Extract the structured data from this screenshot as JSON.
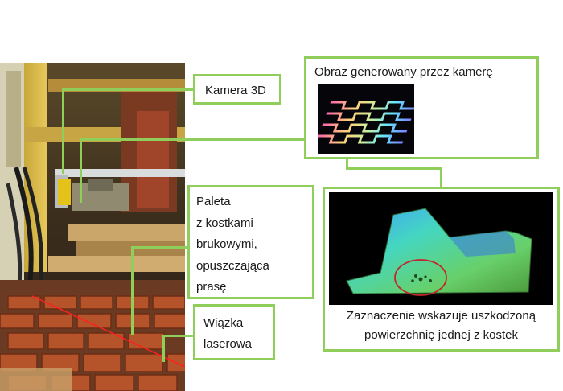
{
  "labels": {
    "camera3d": "Kamera 3D",
    "pallet_lines": [
      "Paleta",
      "z kostkami",
      "brukowymi,",
      "opuszczająca",
      "prasę"
    ],
    "laser_lines": [
      "Wiązka",
      "laserowa"
    ],
    "camera_image_title": "Obraz generowany przez kamerę",
    "scan_caption_lines": [
      "Zaznaczenie wskazuje uszkodzoną",
      "powierzchnię jednej z kostek"
    ]
  },
  "colors": {
    "callout_green": "#8fce5a",
    "brick_red": "#b5532a",
    "marker_red": "#c0262b"
  }
}
